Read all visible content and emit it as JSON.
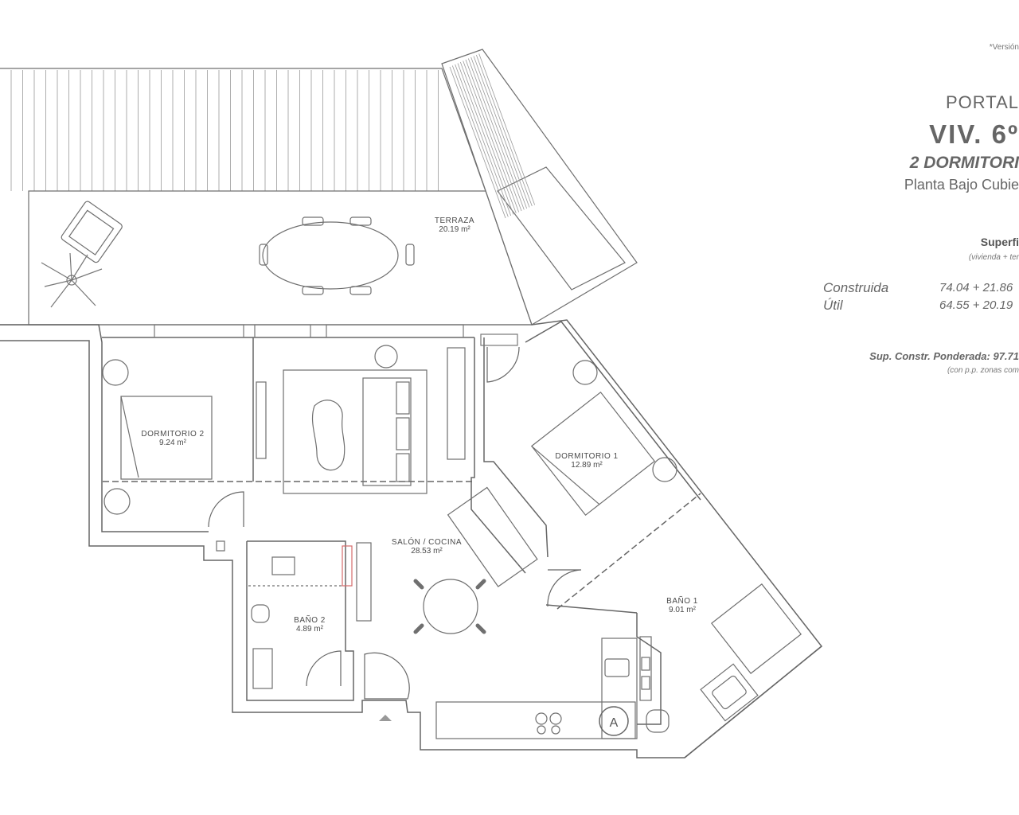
{
  "header": {
    "version_note": "*Versión",
    "portal": "PORTAL",
    "vivienda": "VIV. 6º",
    "dormitorios": "2 DORMITORI",
    "planta": "Planta Bajo Cubie"
  },
  "surfaces": {
    "title": "Superfi",
    "subtitle": "(vivienda + ter",
    "rows": [
      {
        "label": "Construida",
        "value": "74.04 + 21.86"
      },
      {
        "label": "Útil",
        "value": "64.55 + 20.19"
      }
    ],
    "weighted": "Sup. Constr. Ponderada: 97.71",
    "weighted_note": "(con p.p. zonas com"
  },
  "rooms": {
    "terraza": {
      "name": "TERRAZA",
      "area": "20.19 m²"
    },
    "dormitorio2": {
      "name": "DORMITORIO 2",
      "area": "9.24 m²"
    },
    "dormitorio1": {
      "name": "DORMITORIO 1",
      "area": "12.89 m²"
    },
    "salon": {
      "name": "SALÓN / COCINA",
      "area": "28.53 m²"
    },
    "bano1": {
      "name": "BAÑO 1",
      "area": "9.01 m²"
    },
    "bano2": {
      "name": "BAÑO 2",
      "area": "4.89 m²"
    }
  },
  "symbols": {
    "entrance_letter": "A",
    "icons": [
      "entrance-arrow-icon",
      "plant-icon",
      "armchair-icon",
      "table-icon",
      "sofa-icon",
      "bed-icon",
      "toilet-icon",
      "sink-icon",
      "shower-icon",
      "cooktop-icon",
      "oven-icon"
    ]
  },
  "colors": {
    "lines": "#6f6f6f",
    "text": "#4a4a4a",
    "accent_hatch": "#d46a6a"
  }
}
